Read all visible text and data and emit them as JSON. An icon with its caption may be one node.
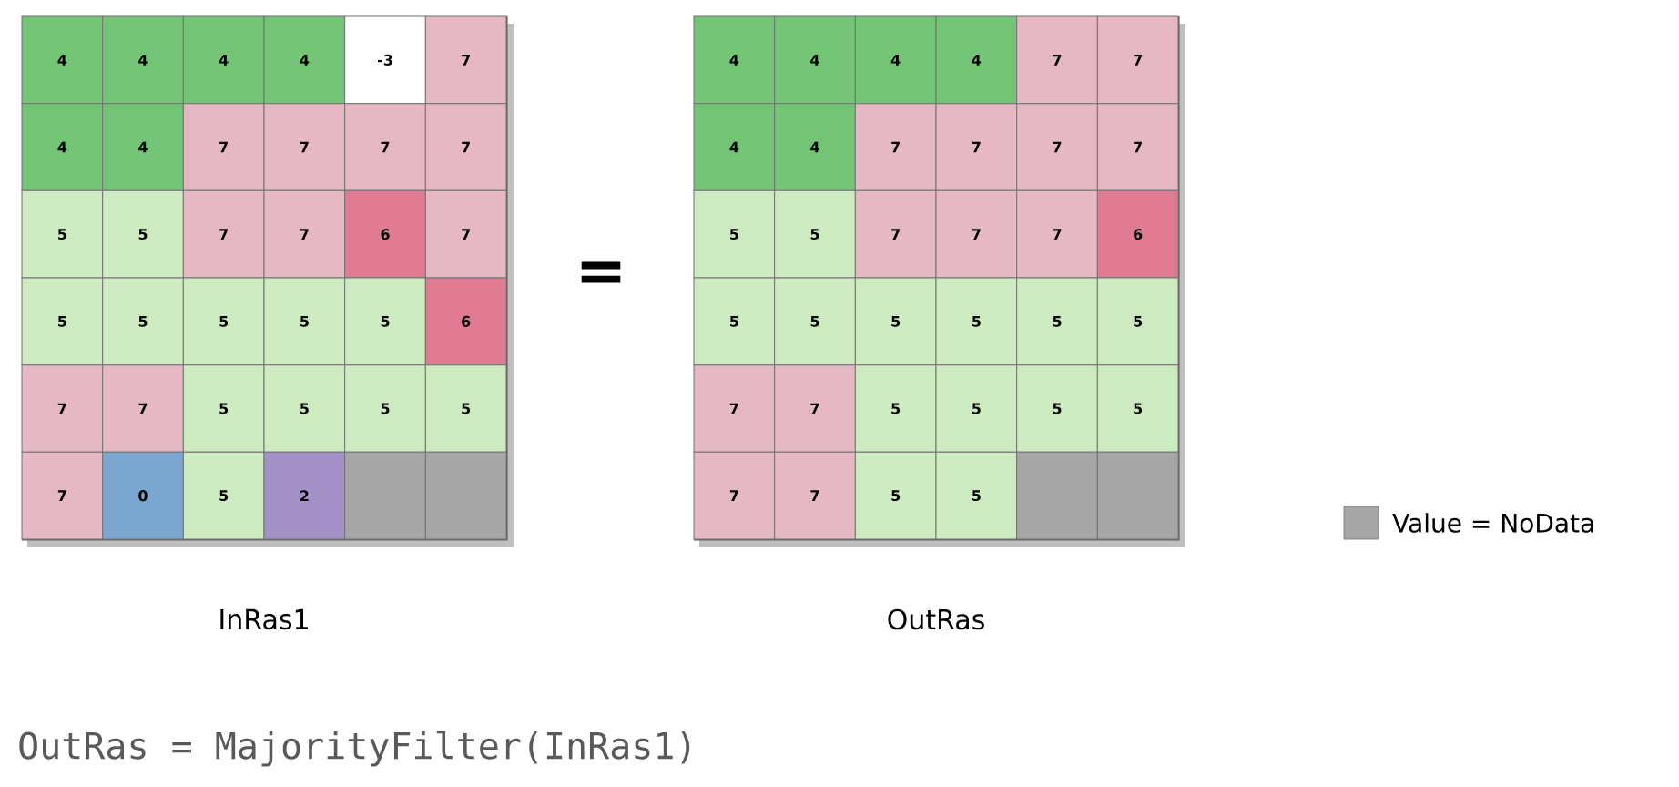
{
  "diagram": {
    "nodes": [
      {
        "text": [],
        "shape": "box",
        "beside": [
          "InRas1"
        ]
      },
      {
        "text": [
          "4"
        ],
        "in": 0
      },
      {
        "text": [
          "4"
        ],
        "in": 0
      },
      {
        "text": [
          "4"
        ],
        "in": 0
      },
      {
        "text": [
          "4"
        ],
        "in": 0
      },
      {
        "text": [
          "-3"
        ],
        "in": 0
      },
      {
        "text": [
          "7"
        ],
        "in": 0
      },
      {
        "text": [
          "4"
        ],
        "in": 0
      },
      {
        "text": [
          "4"
        ],
        "in": 0
      },
      {
        "text": [
          "7"
        ],
        "in": 0
      },
      {
        "text": [
          "7"
        ],
        "in": 0
      },
      {
        "text": [
          "7"
        ],
        "in": 0
      },
      {
        "text": [
          "7"
        ],
        "in": 0
      },
      {
        "text": [
          "5"
        ],
        "in": 0
      },
      {
        "text": [
          "5"
        ],
        "in": 0
      },
      {
        "text": [
          "7"
        ],
        "in": 0
      },
      {
        "text": [
          "7"
        ],
        "in": 0
      },
      {
        "text": [
          "6"
        ],
        "in": 0
      },
      {
        "text": [
          "7"
        ],
        "in": 0
      },
      {
        "text": [
          "5"
        ],
        "in": 0
      },
      {
        "text": [
          "5"
        ],
        "in": 0
      },
      {
        "text": [
          "5"
        ],
        "in": 0
      },
      {
        "text": [
          "5"
        ],
        "in": 0
      },
      {
        "text": [
          "5"
        ],
        "in": 0
      },
      {
        "text": [
          "6"
        ],
        "in": 0
      },
      {
        "text": [
          "7"
        ],
        "in": 0
      },
      {
        "text": [
          "7"
        ],
        "in": 0
      },
      {
        "text": [
          "5"
        ],
        "in": 0
      },
      {
        "text": [
          "5"
        ],
        "in": 0
      },
      {
        "text": [
          "5"
        ],
        "in": 0
      },
      {
        "text": [
          "5"
        ],
        "in": 0
      },
      {
        "text": [
          "7"
        ],
        "in": 0
      },
      {
        "text": [
          "0"
        ],
        "in": 0
      },
      {
        "text": [
          "5"
        ],
        "in": 0
      },
      {
        "text": [
          "2"
        ],
        "in": 0
      },
      {
        "text": [],
        "shape": "box",
        "in": 0
      },
      {
        "text": [],
        "shape": "box",
        "in": 0
      },
      {
        "text": [],
        "shape": "box",
        "beside": [
          "OutRas"
        ]
      },
      {
        "text": [
          "4"
        ],
        "in": 37
      },
      {
        "text": [
          "4"
        ],
        "in": 37
      },
      {
        "text": [
          "4"
        ],
        "in": 37
      },
      {
        "text": [
          "4"
        ],
        "in": 37
      },
      {
        "text": [
          "7"
        ],
        "in": 37
      },
      {
        "text": [
          "7"
        ],
        "in": 37
      },
      {
        "text": [
          "4"
        ],
        "in": 37
      },
      {
        "text": [
          "4"
        ],
        "in": 37
      },
      {
        "text": [
          "7"
        ],
        "in": 37
      },
      {
        "text": [
          "7"
        ],
        "in": 37
      },
      {
        "text": [
          "7"
        ],
        "in": 37
      },
      {
        "text": [
          "7"
        ],
        "in": 37
      },
      {
        "text": [
          "5"
        ],
        "in": 37
      },
      {
        "text": [
          "5"
        ],
        "in": 37
      },
      {
        "text": [
          "7"
        ],
        "in": 37
      },
      {
        "text": [
          "7"
        ],
        "in": 37
      },
      {
        "text": [
          "7"
        ],
        "in": 37
      },
      {
        "text": [
          "6"
        ],
        "in": 37
      },
      {
        "text": [
          "5"
        ],
        "in": 37
      },
      {
        "text": [
          "5"
        ],
        "in": 37
      },
      {
        "text": [
          "5"
        ],
        "in": 37
      },
      {
        "text": [
          "5"
        ],
        "in": 37
      },
      {
        "text": [
          "5"
        ],
        "in": 37
      },
      {
        "text": [
          "5"
        ],
        "in": 37
      },
      {
        "text": [
          "7"
        ],
        "in": 37
      },
      {
        "text": [
          "7"
        ],
        "in": 37
      },
      {
        "text": [
          "5"
        ],
        "in": 37
      },
      {
        "text": [
          "5"
        ],
        "in": 37
      },
      {
        "text": [
          "5"
        ],
        "in": 37
      },
      {
        "text": [
          "5"
        ],
        "in": 37
      },
      {
        "text": [
          "7"
        ],
        "in": 37
      },
      {
        "text": [
          "7"
        ],
        "in": 37
      },
      {
        "text": [
          "5"
        ],
        "in": 37
      },
      {
        "text": [
          "5"
        ],
        "in": 37
      },
      {
        "text": [],
        "shape": "box",
        "in": 37
      },
      {
        "text": [],
        "shape": "box",
        "in": 37
      }
    ],
    "labels": [
      "=",
      "OutRas = MajorityFilter(InRas1)"
    ],
    "legend": [
      {
        "text": "Value = NoData",
        "color": "#a6a6a6"
      }
    ]
  }
}
